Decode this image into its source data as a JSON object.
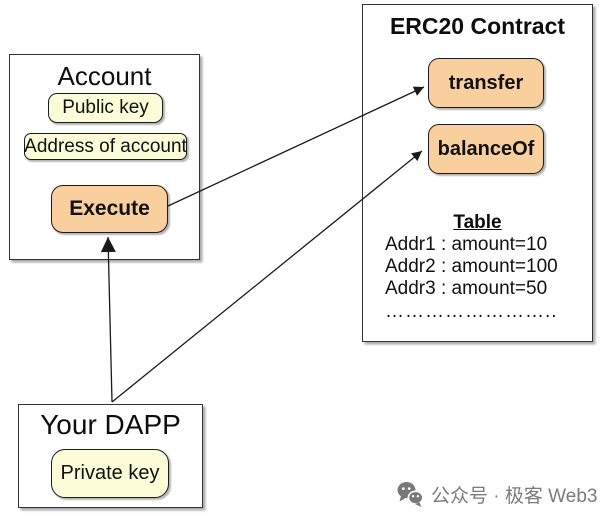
{
  "account": {
    "title": "Account",
    "public_key_label": "Public key",
    "address_label": "Address of account",
    "execute_label": "Execute"
  },
  "erc20": {
    "title": "ERC20 Contract",
    "transfer_label": "transfer",
    "balance_of_label": "balanceOf",
    "table": {
      "title": "Table",
      "rows": [
        "Addr1 : amount=10",
        "Addr2 : amount=100",
        "Addr3 : amount=50"
      ],
      "ellipsis": "…………………….."
    }
  },
  "dapp": {
    "title": "Your DAPP",
    "private_key_label": "Private key"
  },
  "arrows": [
    {
      "from": "execute",
      "to": "transfer"
    },
    {
      "from": "your-dapp",
      "to": "balanceOf"
    },
    {
      "from": "your-dapp",
      "to": "execute"
    }
  ],
  "watermark": {
    "icon": "wechat-icon",
    "text": "公众号 · 极客 Web3"
  },
  "colors": {
    "node_yellow": "#FCFCD9",
    "node_orange": "#F9CF9E",
    "line": "#1A1A1A",
    "watermark_gray": "#7B7B7B",
    "background": "#FFFFFF"
  }
}
